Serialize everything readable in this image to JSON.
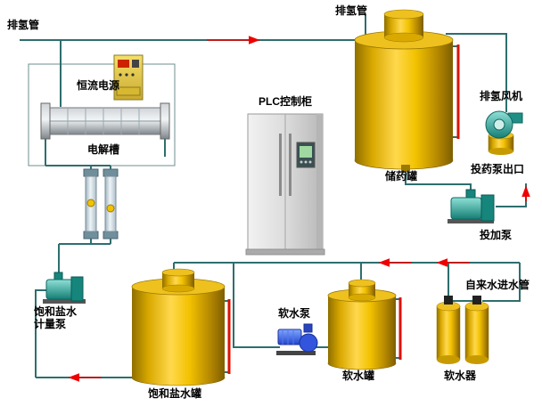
{
  "diagram": {
    "labels": {
      "vent_pipe_left": "排氢管",
      "vent_pipe_top": "排氢管",
      "power_supply": "恒流电源",
      "electrolyzer": "电解槽",
      "plc_cabinet": "PLC控制柜",
      "exhaust_fan": "排氢风机",
      "storage_tank": "储药罐",
      "dosing_pump_outlet": "投药泵出口",
      "dosing_pump": "投加泵",
      "brine_pump_line1": "饱和盐水",
      "brine_pump_line2": "计量泵",
      "brine_tank": "饱和盐水罐",
      "soft_water_pump": "软水泵",
      "soft_water_tank": "软水罐",
      "tap_water_inlet": "自来水进水管",
      "water_softener": "软水器"
    },
    "colors": {
      "tank_yellow": "#F2C200",
      "pipe_teal": "#2E6E6E",
      "arrow_red": "#EE0000",
      "pump_teal": "#1F8F86",
      "pump_blue": "#3355DD",
      "cabinet_gray": "#D9D9D9",
      "power_supply_yellow": "#E8CF4A",
      "level_gauge_red": "#DD1100"
    }
  }
}
